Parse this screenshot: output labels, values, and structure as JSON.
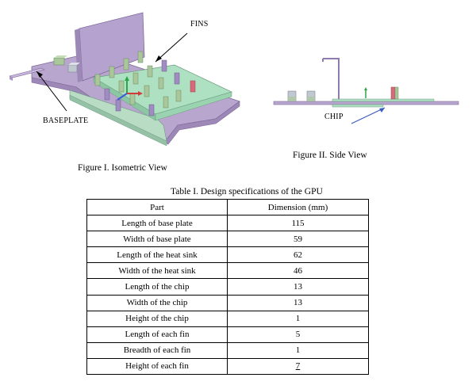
{
  "figure1": {
    "label_fins": "FINS",
    "label_baseplate": "BASEPLATE",
    "caption": "Figure I. Isometric View"
  },
  "figure2": {
    "label_chip": "CHIP",
    "caption": "Figure II. Side View"
  },
  "table": {
    "caption": "Table I. Design specifications of the GPU",
    "headers": [
      "Part",
      "Dimension (mm)"
    ],
    "rows": [
      [
        "Length of base plate",
        "115"
      ],
      [
        "Width of base plate",
        "59"
      ],
      [
        "Length of the heat sink",
        "62"
      ],
      [
        "Width of the heat sink",
        "46"
      ],
      [
        "Length of the chip",
        "13"
      ],
      [
        "Width of the chip",
        "13"
      ],
      [
        "Height of the chip",
        "1"
      ],
      [
        "Length of each fin",
        "5"
      ],
      [
        "Breadth of each fin",
        "1"
      ],
      [
        "Height of each fin",
        "7"
      ]
    ]
  },
  "colors": {
    "baseplate": "#b9a6cf",
    "heatsink": "#aee0c2",
    "fin_green": "#a9c79b",
    "fin_purple": "#9f8cc0",
    "fin_red": "#d46a7a",
    "arrow": "#3a5bbf"
  }
}
